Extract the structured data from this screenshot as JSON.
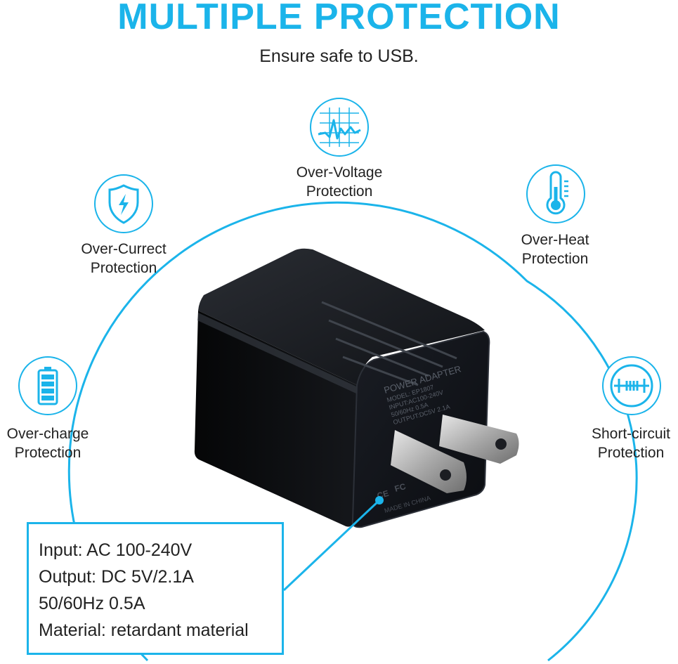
{
  "header": {
    "title": "MULTIPLE PROTECTION",
    "subtitle": "Ensure safe to USB."
  },
  "features": [
    {
      "icon": "waveform-icon",
      "line1": "Over-Voltage",
      "line2": "Protection"
    },
    {
      "icon": "shield-bolt-icon",
      "line1": "Over-Currect",
      "line2": "Protection"
    },
    {
      "icon": "thermometer-icon",
      "line1": "Over-Heat",
      "line2": "Protection"
    },
    {
      "icon": "battery-icon",
      "line1": "Over-charge",
      "line2": "Protection"
    },
    {
      "icon": "circuit-icon",
      "line1": "Short-circuit",
      "line2": "Protection"
    }
  ],
  "product_label": {
    "line1": "POWER ADAPTER",
    "line2": "MODEL: EP1807",
    "line3": "INPUT:AC100-240V",
    "line4": "50/60Hz 0.5A",
    "line5": "OUTPUT:DC5V 2.1A",
    "line6": "MADE IN CHINA"
  },
  "specs": {
    "input": "Input: AC 100-240V",
    "output": "Output: DC 5V/2.1A",
    "frequency": "50/60Hz 0.5A",
    "material": "Material: retardant material"
  },
  "colors": {
    "accent": "#1bb4ea",
    "adapter": "#0e1014"
  }
}
